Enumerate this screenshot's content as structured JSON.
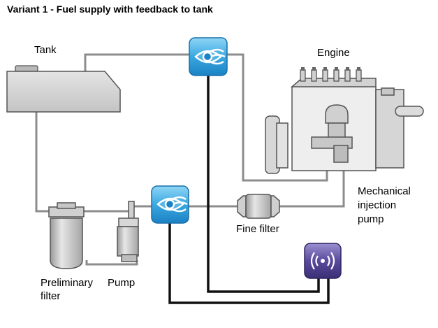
{
  "title": "Variant 1 - Fuel supply with feedback to tank",
  "labels": {
    "tank": "Tank",
    "engine": "Engine",
    "mechanical_injection_pump": [
      "Mechanical",
      "injection",
      "pump"
    ],
    "fine_filter": "Fine filter",
    "preliminary_filter": [
      "Preliminary",
      "filter"
    ],
    "pump": "Pump"
  },
  "colors": {
    "fuel_line": "#8c8c8c",
    "signal_cable": "#111111",
    "flow_sensor_blue": "#3aa8e0",
    "module_purple": "#5a4a9c",
    "component_grey": "#d2d2d2"
  },
  "icons": {
    "flow_sensor": "eye-flow-sensor-icon",
    "module": "wireless-signal-icon"
  }
}
